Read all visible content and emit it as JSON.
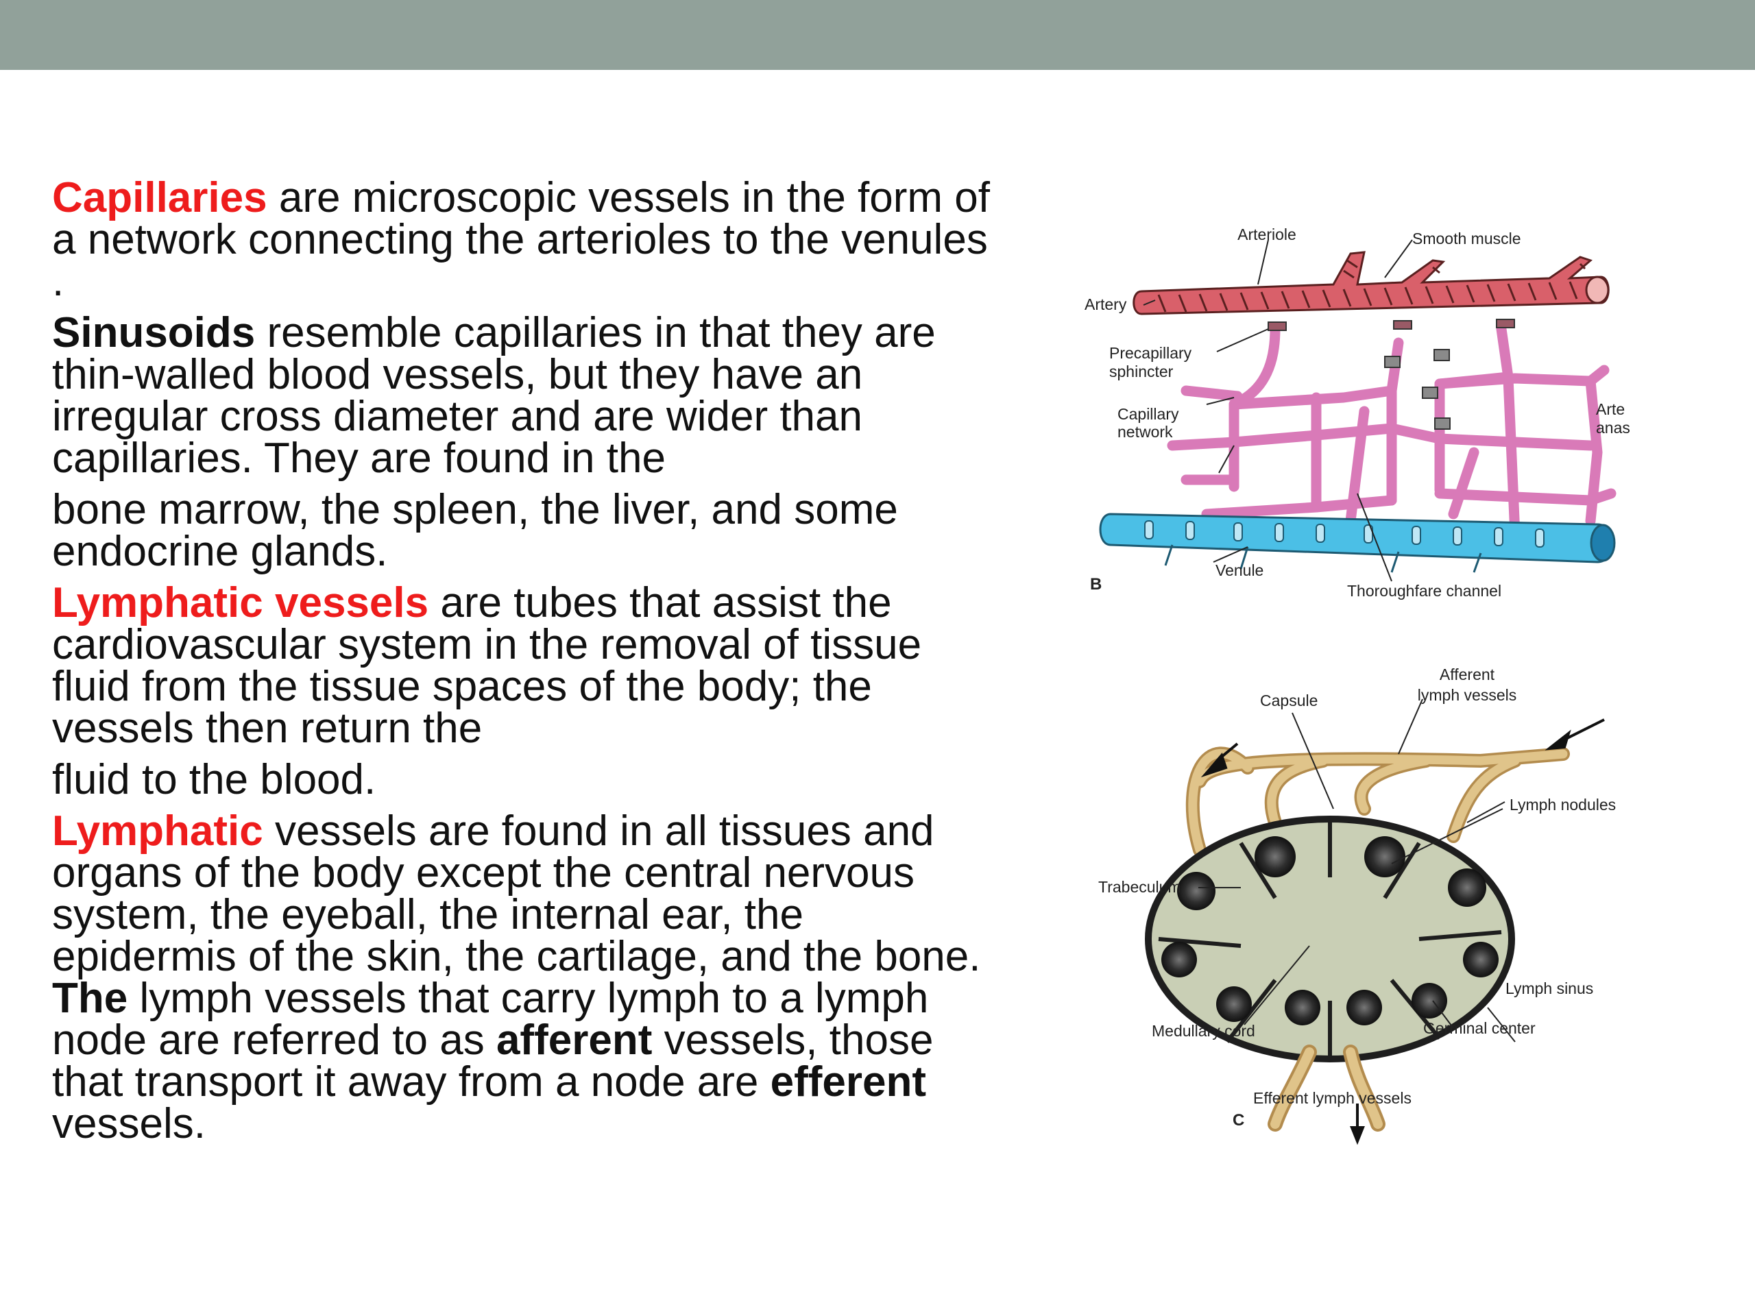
{
  "header": {
    "bar_color": "#91a19a"
  },
  "paragraphs": {
    "p1": {
      "term": "Capillaries",
      "rest": " are microscopic vessels in the form of a network connecting the arterioles to the venules ."
    },
    "p2": {
      "term": "Sinusoids",
      "rest": " resemble capillaries in that they are thin-walled blood vessels, but they have an irregular cross diameter and are wider than capillaries. They are found in the"
    },
    "p3": {
      "text": "bone marrow, the spleen, the liver, and some endocrine glands."
    },
    "p4": {
      "term": "Lymphatic vessels",
      "rest": " are tubes that assist the cardiovascular system in the removal of tissue fluid from the tissue spaces of the body; the vessels then return the"
    },
    "p5": {
      "text": "fluid to the blood."
    },
    "p6": {
      "term": "Lymphatic",
      "rest1": " vessels are found in all tissues and organs of the body except the central nervous system, the eyeball, the internal ear, the epidermis of the skin, the cartilage, and the bone. ",
      "bold1": "The",
      "rest2": " lymph vessels that carry lymph to a lymph node are referred to as ",
      "bold2": "afferent",
      "rest3": " vessels, those that transport it away from a node are ",
      "bold3": "efferent",
      "rest4": " vessels."
    }
  },
  "colors": {
    "highlight": "#ee1c1c",
    "artery": "#d9606a",
    "capillary": "#d97ab8",
    "venule": "#4bbfe6",
    "lymph_vessel": "#e0c48a",
    "node_fill": "#c9cfb5"
  },
  "diagram_b": {
    "panel_label": "B",
    "labels": {
      "arteriole": "Arteriole",
      "smooth_muscle": "Smooth muscle",
      "artery": "Artery",
      "precapillary_1": "Precapillary",
      "precapillary_2": "sphincter",
      "capillary_1": "Capillary",
      "capillary_2": "network",
      "arte_1": "Arte",
      "arte_2": "anas",
      "venule": "Venule",
      "thoroughfare": "Thoroughfare channel"
    }
  },
  "diagram_c": {
    "panel_label": "C",
    "labels": {
      "afferent_1": "Afferent",
      "afferent_2": "lymph vessels",
      "capsule": "Capsule",
      "lymph_nodules": "Lymph nodules",
      "trabeculum": "Trabeculum",
      "lymph_sinus": "Lymph sinus",
      "medullary_cord": "Medullary cord",
      "germinal_center": "Germinal center",
      "efferent": "Efferent lymph vessels"
    }
  }
}
